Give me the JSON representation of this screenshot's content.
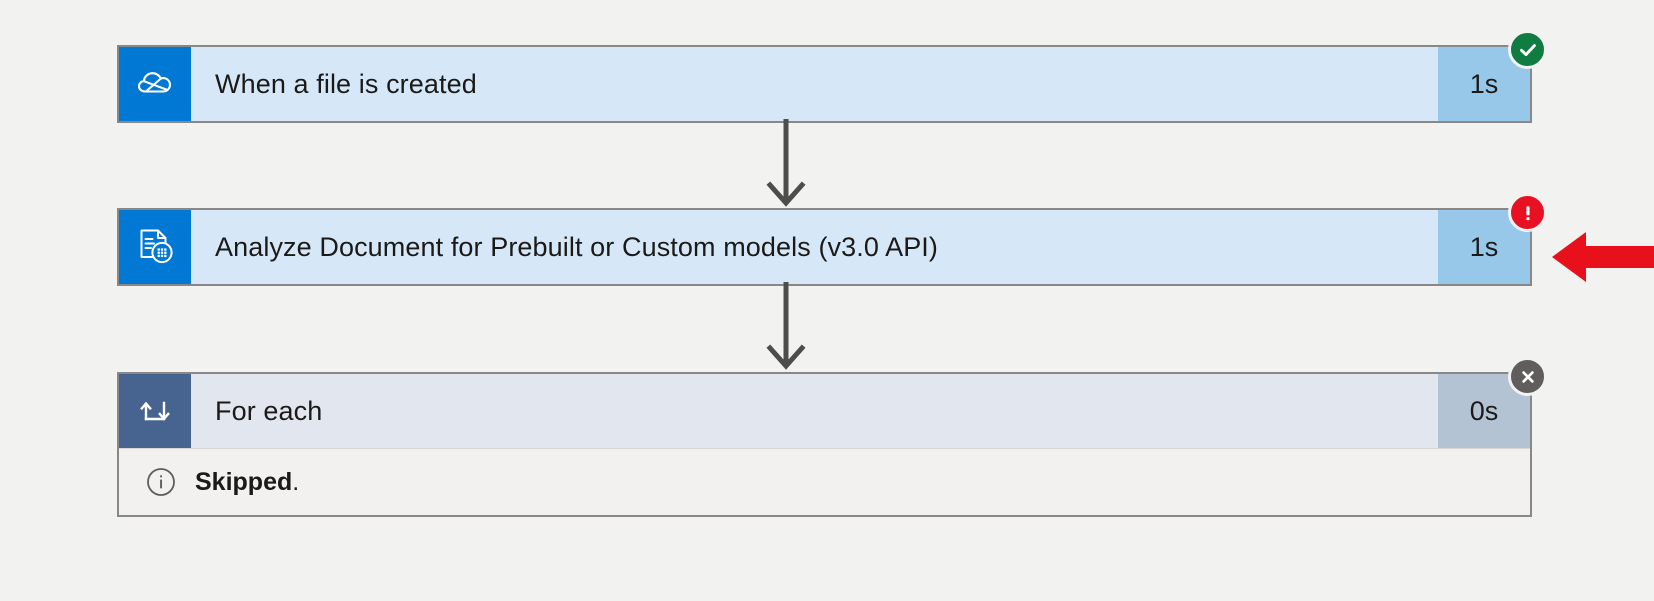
{
  "flow": {
    "background_color": "#f2f2f0",
    "steps": [
      {
        "name": "When a file is created",
        "duration": "1s",
        "status": "Succeeded",
        "status_icon": "check-circle-icon",
        "app_icon": "onedrive-cloud-icon",
        "icon_color": "#0078d4",
        "badge_color": "#107c41",
        "body_color": "#d6e8f7",
        "duration_color": "#97c8ea"
      },
      {
        "name": "Analyze Document for Prebuilt or Custom models (v3.0 API)",
        "duration": "1s",
        "status": "Failed",
        "status_icon": "error-exclamation-icon",
        "app_icon": "form-recognizer-document-icon",
        "icon_color": "#0078d4",
        "badge_color": "#e81123",
        "body_color": "#d6e8f7",
        "duration_color": "#97c8ea"
      },
      {
        "name": "For each",
        "duration": "0s",
        "status": "Skipped",
        "status_icon": "close-circle-icon",
        "app_icon": "loop-foreach-icon",
        "icon_color": "#46648f",
        "badge_color": "#605e5c",
        "body_color": "#e2e7ef",
        "duration_color": "#b4c3d4",
        "note": {
          "icon": "info-circle-icon",
          "label": "Skipped",
          "punctuation": "."
        }
      }
    ],
    "connector_color": "#4d4d4d",
    "annotation": {
      "type": "pointer-arrow-left",
      "color": "#e8101b"
    }
  }
}
